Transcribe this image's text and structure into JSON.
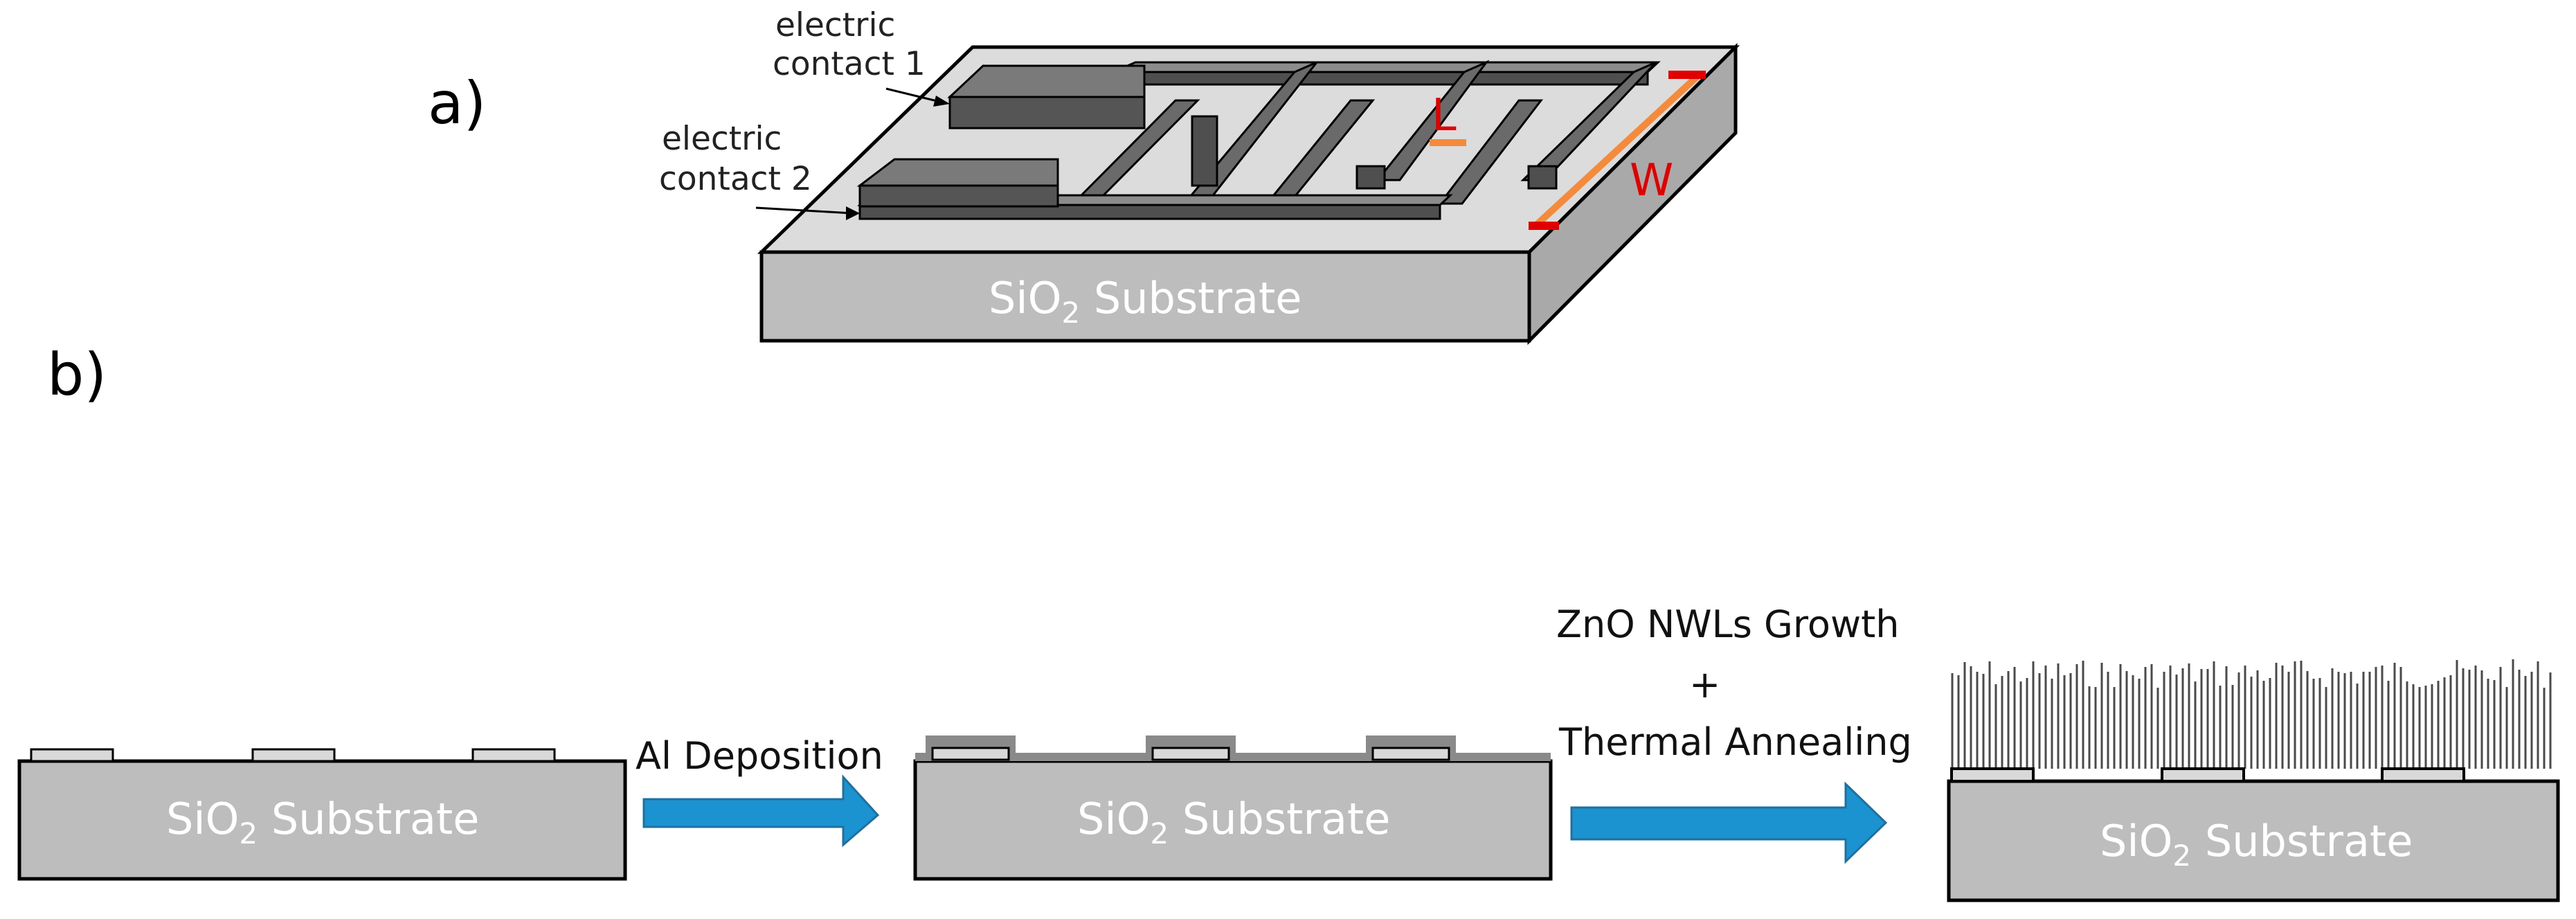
{
  "colors": {
    "substrate": "#bdbdbd",
    "substrate_top": "#dcdcdc",
    "electrode_dark": "#555555",
    "electrode_light": "#d9d9d9",
    "al_coating": "#8a8a8a",
    "arrow": "#1c93d1",
    "dimension_red": "#e00000",
    "dimension_orange": "#f48a3c",
    "nanowire": "#4a4a4a"
  },
  "panel_a": {
    "label": "a)",
    "contact1_line1": "electric",
    "contact1_line2": "contact 1",
    "contact2_line1": "electric",
    "contact2_line2": "contact 2",
    "dim_L": "L",
    "dim_W": "W",
    "substrate_text_main": "SiO",
    "substrate_text_sub": "2",
    "substrate_text_rest": " Substrate"
  },
  "panel_b": {
    "label": "b)",
    "substrate_text_main": "SiO",
    "substrate_text_sub": "2",
    "substrate_text_rest": " Substrate",
    "step1_label": "Al Deposition",
    "step2_line1": "ZnO NWLs Growth",
    "step2_line2": "+",
    "step2_line3": "Thermal Annealing"
  }
}
